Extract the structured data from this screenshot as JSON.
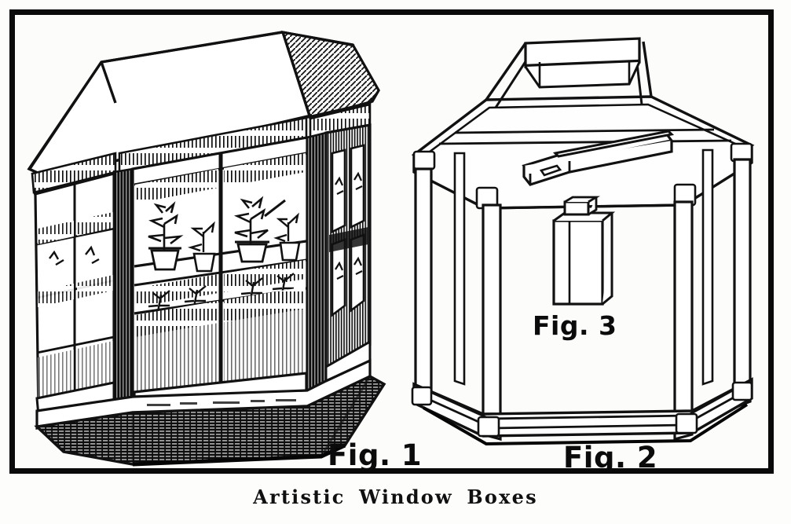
{
  "plate": {
    "border_color": "#0a0a0a",
    "background_color": "#fcfcfb",
    "ink_color": "#0b0b0b"
  },
  "caption": {
    "text": "Artistic  Window  Boxes"
  },
  "figures": [
    {
      "id": "fig1",
      "label": "Fig. 1",
      "subject": "finished hexagonal window box conservatory with glazed panels, potted plants on interior shelves, hipped roof and shaded base plinth"
    },
    {
      "id": "fig2",
      "label": "Fig. 2",
      "subject": "skeleton framework of the hexagonal window box showing corner posts, top rails, roof rafters with raised ridge and bottom rail frame"
    },
    {
      "id": "fig3",
      "label": "Fig. 3",
      "subject": "joinery detail showing a notched lap-jointed rail and a corner post with tenon"
    }
  ],
  "fig1_details": {
    "roof": "hipped roof with ridge line and hip rafters, hatched eave fascia",
    "panels": "six glazed faces, two wide front panes flanked by narrower angled side panes",
    "shelves": "two interior plant shelves",
    "plants": "four potted plants on upper shelf, foliage on lower shelf",
    "base": "dark horizontally hatched hexagonal plinth"
  },
  "fig2_details": {
    "posts": "six vertical corner posts",
    "top_frame": "hexagonal top rail frame",
    "ridge": "raised rectangular roof ridge box with sloping hip rafters",
    "bottom_frame": "hexagonal bottom rail frame with double rails"
  },
  "fig3_details": {
    "upper_piece": "long rail with notched half-lap end",
    "lower_piece": "square post with tenon block on top"
  }
}
